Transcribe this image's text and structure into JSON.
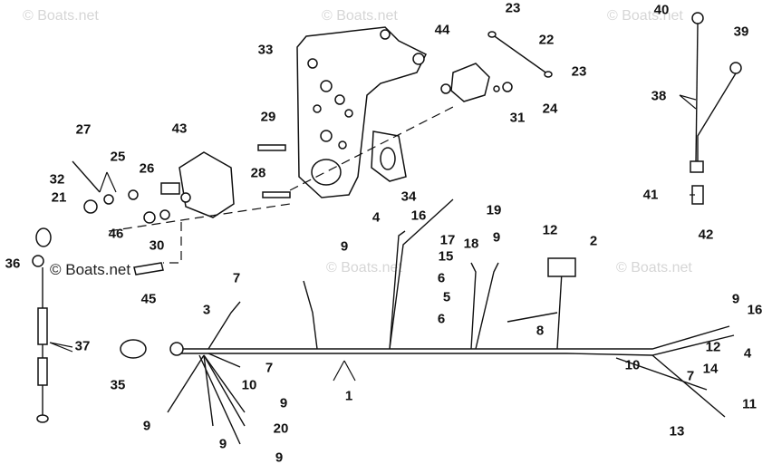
{
  "watermark": "© Boats.net",
  "watermark_visible": "Boats.net",
  "callouts": [
    "1",
    "2",
    "3",
    "4",
    "5",
    "6",
    "7",
    "8",
    "9",
    "10",
    "11",
    "12",
    "13",
    "14",
    "15",
    "16",
    "17",
    "18",
    "19",
    "20",
    "21",
    "22",
    "23",
    "24",
    "25",
    "26",
    "27",
    "28",
    "29",
    "30",
    "31",
    "32",
    "33",
    "34",
    "35",
    "36",
    "37",
    "38",
    "39",
    "40",
    "41",
    "42",
    "43",
    "44",
    "45",
    "46"
  ]
}
